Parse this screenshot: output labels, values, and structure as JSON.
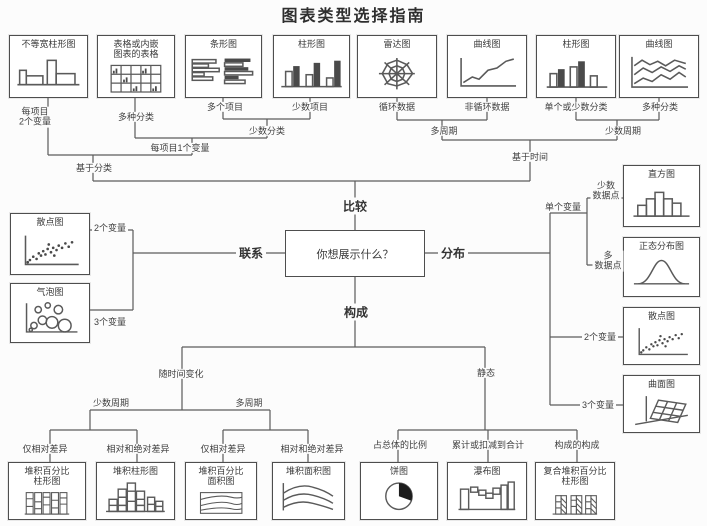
{
  "title": "图表类型选择指南",
  "center": {
    "question": "你想展示什么？"
  },
  "branches": {
    "top": "比较",
    "left": "联系",
    "right": "分布",
    "bottom": "构成"
  },
  "nodes": [
    {
      "id": "var-width-column",
      "title": "不等宽柱形图",
      "icon": "variable-width-column-icon"
    },
    {
      "id": "table-or-embedded",
      "title": "表格或内嵌\n图表的表格",
      "icon": "table-icon"
    },
    {
      "id": "bar-chart",
      "title": "条形图",
      "icon": "horizontal-bar-icon"
    },
    {
      "id": "column-chart-a",
      "title": "柱形图",
      "icon": "column-icon"
    },
    {
      "id": "radar-chart",
      "title": "雷达图",
      "icon": "radar-icon"
    },
    {
      "id": "line-chart",
      "title": "曲线图",
      "icon": "line-icon"
    },
    {
      "id": "column-chart-b",
      "title": "柱形图",
      "icon": "column2-icon"
    },
    {
      "id": "curve-chart",
      "title": "曲线图",
      "icon": "multi-line-icon"
    },
    {
      "id": "scatter-a",
      "title": "散点图",
      "icon": "scatter-icon"
    },
    {
      "id": "bubble-chart",
      "title": "气泡图",
      "icon": "bubble-icon"
    },
    {
      "id": "histogram",
      "title": "直方图",
      "icon": "histogram-icon"
    },
    {
      "id": "normal-dist",
      "title": "正态分布图",
      "icon": "bell-curve-icon"
    },
    {
      "id": "scatter-b",
      "title": "散点图",
      "icon": "scatter-icon"
    },
    {
      "id": "surface-chart",
      "title": "曲面图",
      "icon": "surface-icon"
    },
    {
      "id": "stacked-pct-column",
      "title": "堆积百分比\n柱形图",
      "icon": "stacked-pct-column-icon"
    },
    {
      "id": "stacked-column",
      "title": "堆积柱形图",
      "icon": "stacked-column-icon"
    },
    {
      "id": "stacked-pct-area",
      "title": "堆积百分比\n面积图",
      "icon": "stacked-pct-area-icon"
    },
    {
      "id": "stacked-area",
      "title": "堆积面积图",
      "icon": "stacked-area-icon"
    },
    {
      "id": "pie-chart",
      "title": "饼图",
      "icon": "pie-icon"
    },
    {
      "id": "waterfall",
      "title": "瀑布图",
      "icon": "waterfall-icon"
    },
    {
      "id": "compound-stacked-column",
      "title": "复合堆积百分比\n柱形图",
      "icon": "compound-stacked-icon"
    }
  ],
  "labels": [
    {
      "id": "per-item-2vars",
      "text": "每项目\n2个变量"
    },
    {
      "id": "multi-categories-a",
      "text": "多种分类"
    },
    {
      "id": "many-items",
      "text": "多个项目"
    },
    {
      "id": "few-items",
      "text": "少数项目"
    },
    {
      "id": "few-categories",
      "text": "少数分类"
    },
    {
      "id": "one-var-per-item",
      "text": "每项目1个变量"
    },
    {
      "id": "by-category",
      "text": "基于分类"
    },
    {
      "id": "cyclical-data",
      "text": "循环数据"
    },
    {
      "id": "non-cyclical-data",
      "text": "非循环数据"
    },
    {
      "id": "single-or-few-categories",
      "text": "单个或少数分类"
    },
    {
      "id": "multi-categories-b",
      "text": "多种分类"
    },
    {
      "id": "many-periods-a",
      "text": "多周期"
    },
    {
      "id": "few-periods-a",
      "text": "少数周期"
    },
    {
      "id": "by-time",
      "text": "基于时间"
    },
    {
      "id": "two-vars-left",
      "text": "2个变量"
    },
    {
      "id": "three-vars-left",
      "text": "3个变量"
    },
    {
      "id": "single-variable",
      "text": "单个变量"
    },
    {
      "id": "few-data-points",
      "text": "少数\n数据点"
    },
    {
      "id": "many-data-points",
      "text": "多\n数据点"
    },
    {
      "id": "two-vars-right",
      "text": "2个变量"
    },
    {
      "id": "three-vars-right",
      "text": "3个变量"
    },
    {
      "id": "over-time",
      "text": "随时间变化"
    },
    {
      "id": "static",
      "text": "静态"
    },
    {
      "id": "few-periods-b",
      "text": "少数周期"
    },
    {
      "id": "many-periods-b",
      "text": "多周期"
    },
    {
      "id": "relative-only-a",
      "text": "仅相对差异"
    },
    {
      "id": "relative-absolute-a",
      "text": "相对和绝对差异"
    },
    {
      "id": "relative-only-b",
      "text": "仅相对差异"
    },
    {
      "id": "relative-absolute-b",
      "text": "相对和绝对差异"
    },
    {
      "id": "proportion-of-total",
      "text": "占总体的比例"
    },
    {
      "id": "accumulate-or-subtract",
      "text": "累计或扣减到合计"
    },
    {
      "id": "composition-of-composition",
      "text": "构成的构成"
    }
  ],
  "colors": {
    "line": "#5b5b5b",
    "box_border": "#4e4e4e",
    "text": "#3c3c3c",
    "background": "#fcfcfc",
    "pie_fill": "#1c1c1c"
  }
}
